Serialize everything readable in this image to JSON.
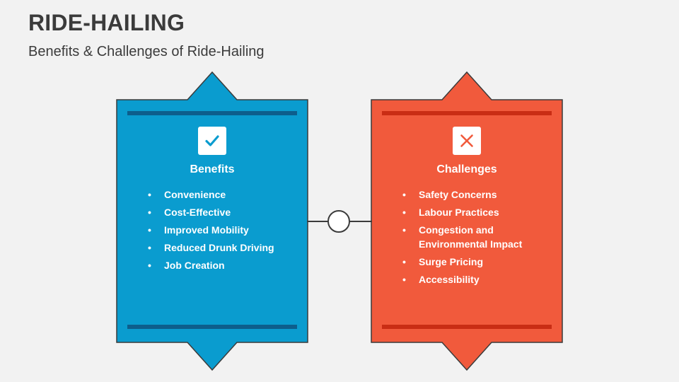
{
  "header": {
    "title": "RIDE-HAILING",
    "subtitle": "Benefits & Challenges of Ride-Hailing"
  },
  "colors": {
    "benefits": "#0a9ccf",
    "challenges": "#f15a3c",
    "outline": "#3b3b3b"
  },
  "benefits": {
    "icon": "checkmark-icon",
    "heading": "Benefits",
    "items": [
      "Convenience",
      "Cost-Effective",
      "Improved Mobility",
      "Reduced Drunk Driving",
      "Job Creation"
    ]
  },
  "challenges": {
    "icon": "cross-icon",
    "heading": "Challenges",
    "items": [
      "Safety Concerns",
      "Labour Practices",
      "Congestion and Environmental Impact",
      "Surge Pricing",
      "Accessibility"
    ]
  }
}
